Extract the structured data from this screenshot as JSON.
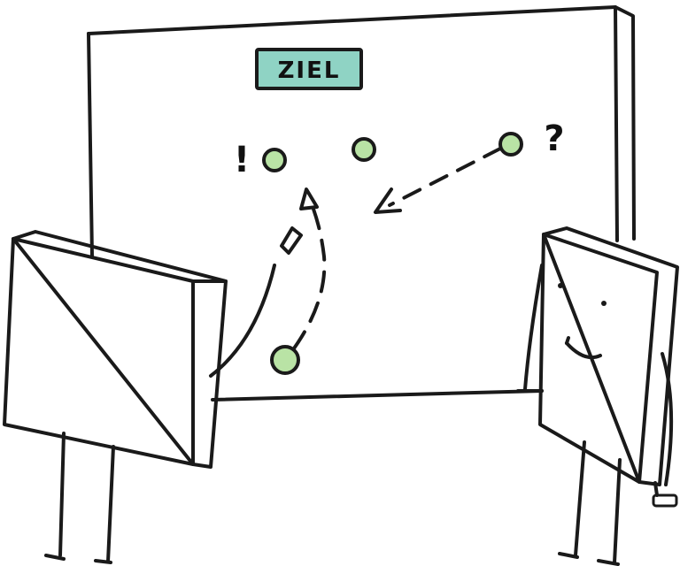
{
  "board": {
    "goal_label": "ZIEL",
    "exclamation_mark": "!",
    "question_mark": "?"
  },
  "colors": {
    "ink": "#1a1a1a",
    "goal_label_fill": "#8fd3c4",
    "dot_fill": "#b9e3a5",
    "paper": "#ffffff"
  },
  "icons": [
    "whiteboard",
    "goal-sign",
    "marker-dot",
    "dashed-arrow",
    "pen",
    "smiling-panel-character",
    "panel-character-with-pen"
  ]
}
